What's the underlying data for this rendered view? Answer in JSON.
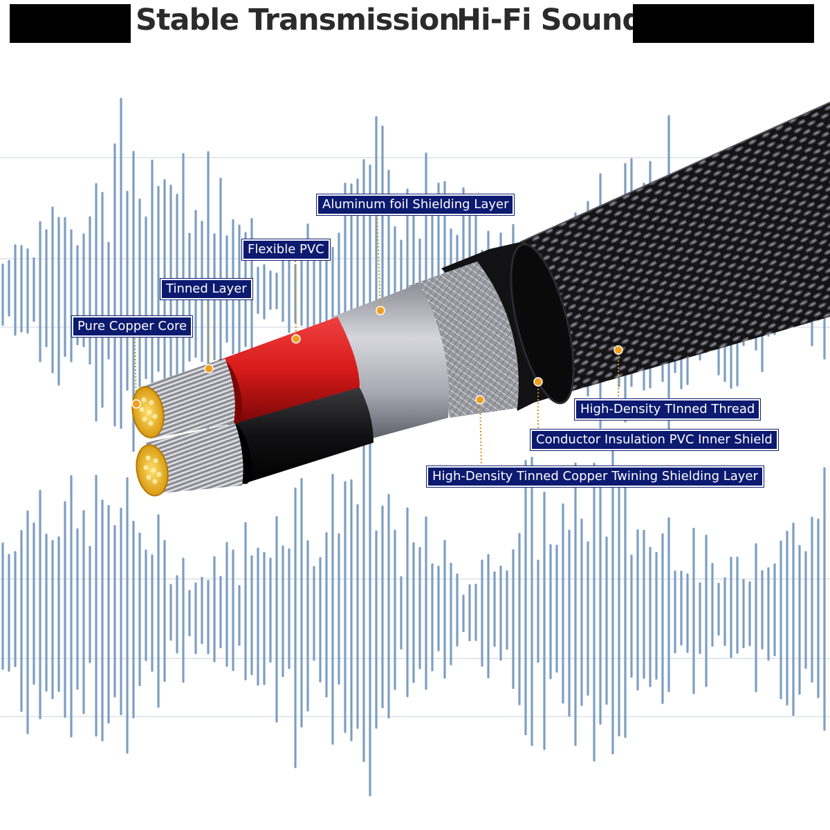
{
  "header": {
    "left_text": "Stable Transmission",
    "right_text": "Hi-Fi Sound"
  },
  "colors": {
    "waveform": "#7d9ec2",
    "callout_bg": "#0c1a70",
    "callout_text": "#ffffff",
    "leader": "#c8921e",
    "marker": "#f0a020",
    "copper": "#e8b828",
    "red_insulation": "#d71a1a",
    "braid": "#1c1c1e"
  },
  "callouts": {
    "aluminum_foil": "Aluminum foil Shielding Layer",
    "flexible_pvc": "Flexible PVC",
    "tinned_layer": "Tinned Layer",
    "pure_copper_core": "Pure Copper Core",
    "high_density_thread": "High-Density TInned Thread",
    "conductor_insulation": "Conductor Insulation PVC Inner Shield",
    "twining_shield": "High-Density Tinned Copper Twining Shielding Layer"
  }
}
